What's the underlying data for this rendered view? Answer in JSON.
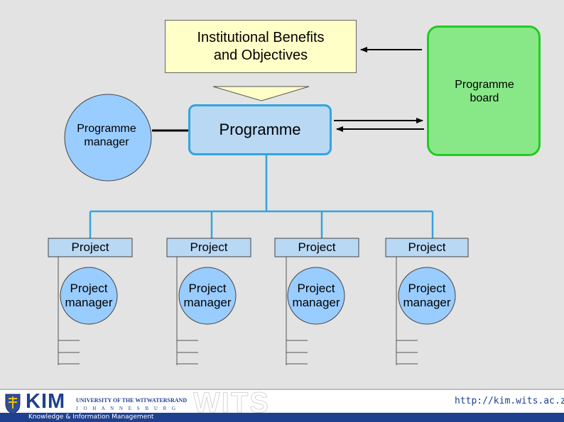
{
  "diagram": {
    "benefits_box": {
      "line1": "Institutional Benefits",
      "line2": "and Objectives"
    },
    "programme_board": {
      "line1": "Programme",
      "line2": "board"
    },
    "programme": {
      "label": "Programme"
    },
    "programme_manager": {
      "line1": "Programme",
      "line2": "manager"
    },
    "projects": [
      {
        "label": "Project",
        "manager_line1": "Project",
        "manager_line2": "manager"
      },
      {
        "label": "Project",
        "manager_line1": "Project",
        "manager_line2": "manager"
      },
      {
        "label": "Project",
        "manager_line1": "Project",
        "manager_line2": "manager"
      },
      {
        "label": "Project",
        "manager_line1": "Project",
        "manager_line2": "manager"
      }
    ]
  },
  "footer": {
    "kim": "KIM",
    "university_line": "UNIVERSITY OF THE WITWATERSRAND",
    "city_line": "J O H A N N E S B U R G",
    "wits": "WITS",
    "tagline": "Knowledge & Information Management",
    "url": "http://kim.wits.ac.za"
  },
  "colors": {
    "background": "#e3e3e3",
    "benefits_fill": "#ffffc8",
    "board_fill": "#88e888",
    "board_border": "#22cc22",
    "circle_fill": "#99ccff",
    "programme_fill": "#b8d8f4",
    "connector": "#33a4de",
    "footer_blue": "#1f3f8f"
  }
}
